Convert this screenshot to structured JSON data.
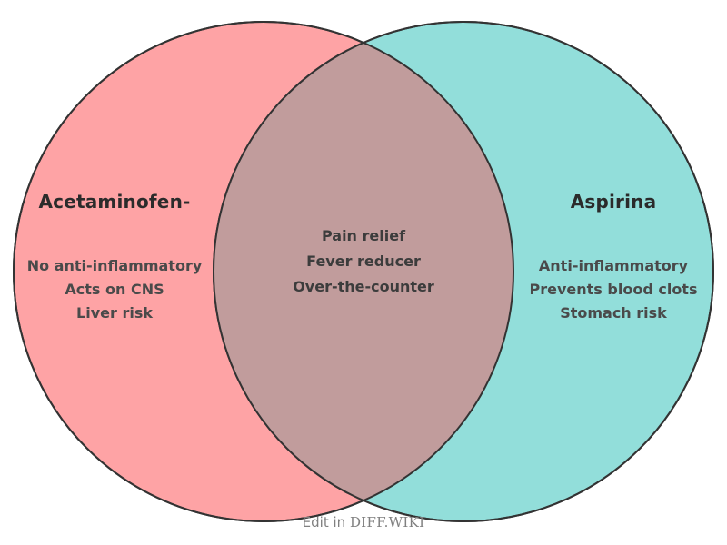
{
  "diagram": {
    "type": "venn",
    "background": "#ffffff",
    "stroke_color": "#333333",
    "left": {
      "title": "Acetaminofen-",
      "fill": "#FEA3A5",
      "items": [
        "No anti-inflammatory",
        "Acts on CNS",
        "Liver risk"
      ]
    },
    "right": {
      "title": "Aspirina",
      "fill": "#92DEDA",
      "items": [
        "Anti-inflammatory",
        "Prevents blood clots",
        "Stomach risk"
      ]
    },
    "intersection": {
      "fill": "#C19C9C",
      "items": [
        "Pain relief",
        "Fever reducer",
        "Over-the-counter"
      ]
    }
  },
  "footer": {
    "prefix": "Edit in ",
    "brand": "DIFF.WIKI"
  }
}
